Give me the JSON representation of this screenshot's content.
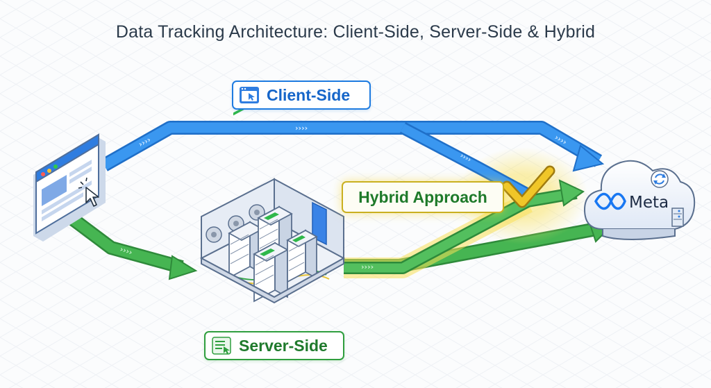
{
  "title": "Data Tracking Architecture: Client-Side, Server-Side & Hybrid",
  "labels": {
    "client_side": "Client-Side",
    "server_side": "Server-Side",
    "hybrid": "Hybrid Approach"
  },
  "destination": {
    "name": "Meta"
  },
  "icons": {
    "source": "browser-window-icon",
    "server": "server-room-icon",
    "destination": "meta-cloud-icon",
    "hybrid_check": "checkmark-icon"
  },
  "colors": {
    "client_path": "#2b8ef0",
    "server_path": "#3fae4b",
    "hybrid_glow": "#f5d73c",
    "title": "#2b3a4a"
  }
}
